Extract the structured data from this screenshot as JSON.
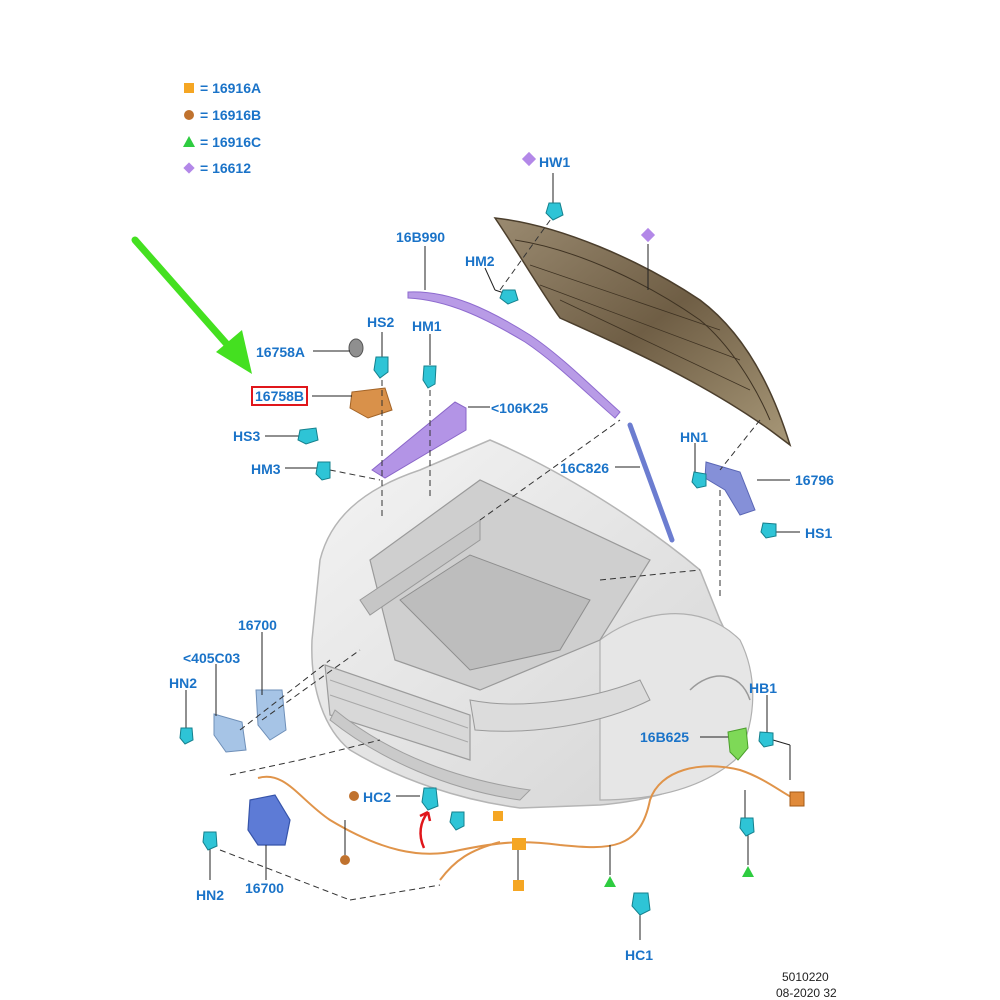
{
  "legend": [
    {
      "symbol": "square",
      "text": "= 16916A"
    },
    {
      "symbol": "circle",
      "text": "= 16916B"
    },
    {
      "symbol": "triangle",
      "text": "= 16916C"
    },
    {
      "symbol": "diamond",
      "text": "= 16612"
    }
  ],
  "callouts": {
    "hw1": "HW1",
    "p16b990": "16B990",
    "hm2": "HM2",
    "hs2": "HS2",
    "hm1": "HM1",
    "p16758a": "16758A",
    "p16758b": "16758B",
    "p106k25": "<106K25",
    "hs3": "HS3",
    "hm3": "HM3",
    "p16c826": "16C826",
    "hn1": "HN1",
    "p16796": "16796",
    "hs1": "HS1",
    "p16700_top": "16700",
    "p405c03": "<405C03",
    "hn2_top": "HN2",
    "hb1": "HB1",
    "p16b625": "16B625",
    "hc2": "HC2",
    "hn2_bottom": "HN2",
    "p16700_bottom": "16700",
    "hc1": "HC1"
  },
  "footer": {
    "code": "5010220",
    "date": "08-2020 32"
  },
  "colors": {
    "label": "#1a73c8",
    "highlight_box": "#e0161b",
    "arrow": "#44e020",
    "hood": "#8a7a60",
    "legend_square": "#f5a623",
    "legend_circle": "#c0722e",
    "legend_triangle": "#2ecc40",
    "legend_diamond": "#b388e8"
  }
}
